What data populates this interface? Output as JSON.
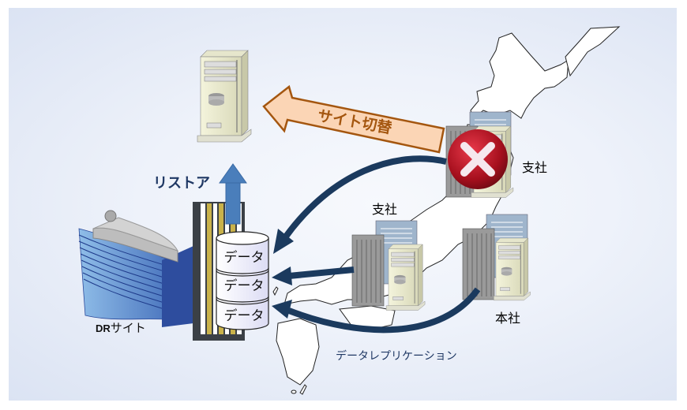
{
  "diagram": {
    "title_labels": {
      "site_switch": "サイト切替",
      "restore": "リストア",
      "dr_site_prefix": "DR",
      "dr_site_suffix": "サイト",
      "branch_north": "支社",
      "branch_central": "支社",
      "headquarters": "本社",
      "replication": "データレプリケーション"
    },
    "storage_volumes": [
      "データ",
      "データ",
      "データ"
    ],
    "status": {
      "north_branch": "failed"
    },
    "colors": {
      "background": "#e6ecf7",
      "replication_arrow": "#1b3a5e",
      "restore_arrow": "#4a7ebb",
      "switch_arrow_fill": "#fbd5b5",
      "switch_arrow_stroke": "#a4560f",
      "switch_text": "#a4560f",
      "failure_badge": "#b3121f"
    }
  }
}
